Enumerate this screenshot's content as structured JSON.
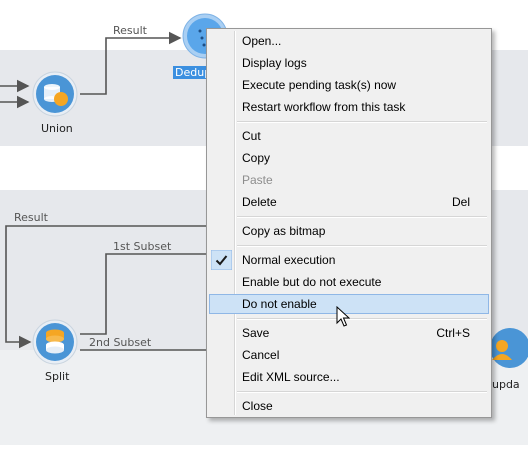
{
  "canvas": {
    "nodes": {
      "union_label": "Union",
      "split_label": "Split",
      "dedup_label": "Dedup",
      "update_label": "upda"
    },
    "wires": {
      "result_top": "Result",
      "result_left": "Result",
      "first_subset": "1st Subset",
      "second_subset": "2nd Subset"
    }
  },
  "context_menu": {
    "items": [
      {
        "label": "Open..."
      },
      {
        "label": "Display logs"
      },
      {
        "label": "Execute pending task(s) now"
      },
      {
        "label": "Restart workflow from this task"
      },
      {
        "label": "Cut"
      },
      {
        "label": "Copy"
      },
      {
        "label": "Paste",
        "disabled": true
      },
      {
        "label": "Delete",
        "shortcut": "Del"
      },
      {
        "label": "Copy as bitmap"
      },
      {
        "label": "Normal execution",
        "checked": true
      },
      {
        "label": "Enable but do not execute"
      },
      {
        "label": "Do not enable",
        "highlighted": true
      },
      {
        "label": "Save",
        "shortcut": "Ctrl+S"
      },
      {
        "label": "Cancel"
      },
      {
        "label": "Edit XML source..."
      },
      {
        "label": "Close"
      }
    ]
  },
  "colors": {
    "node_blue": "#3f8fd6",
    "node_orange": "#f5a623",
    "selection": "#3b8fe0",
    "highlight_bg": "#cde2f6"
  }
}
